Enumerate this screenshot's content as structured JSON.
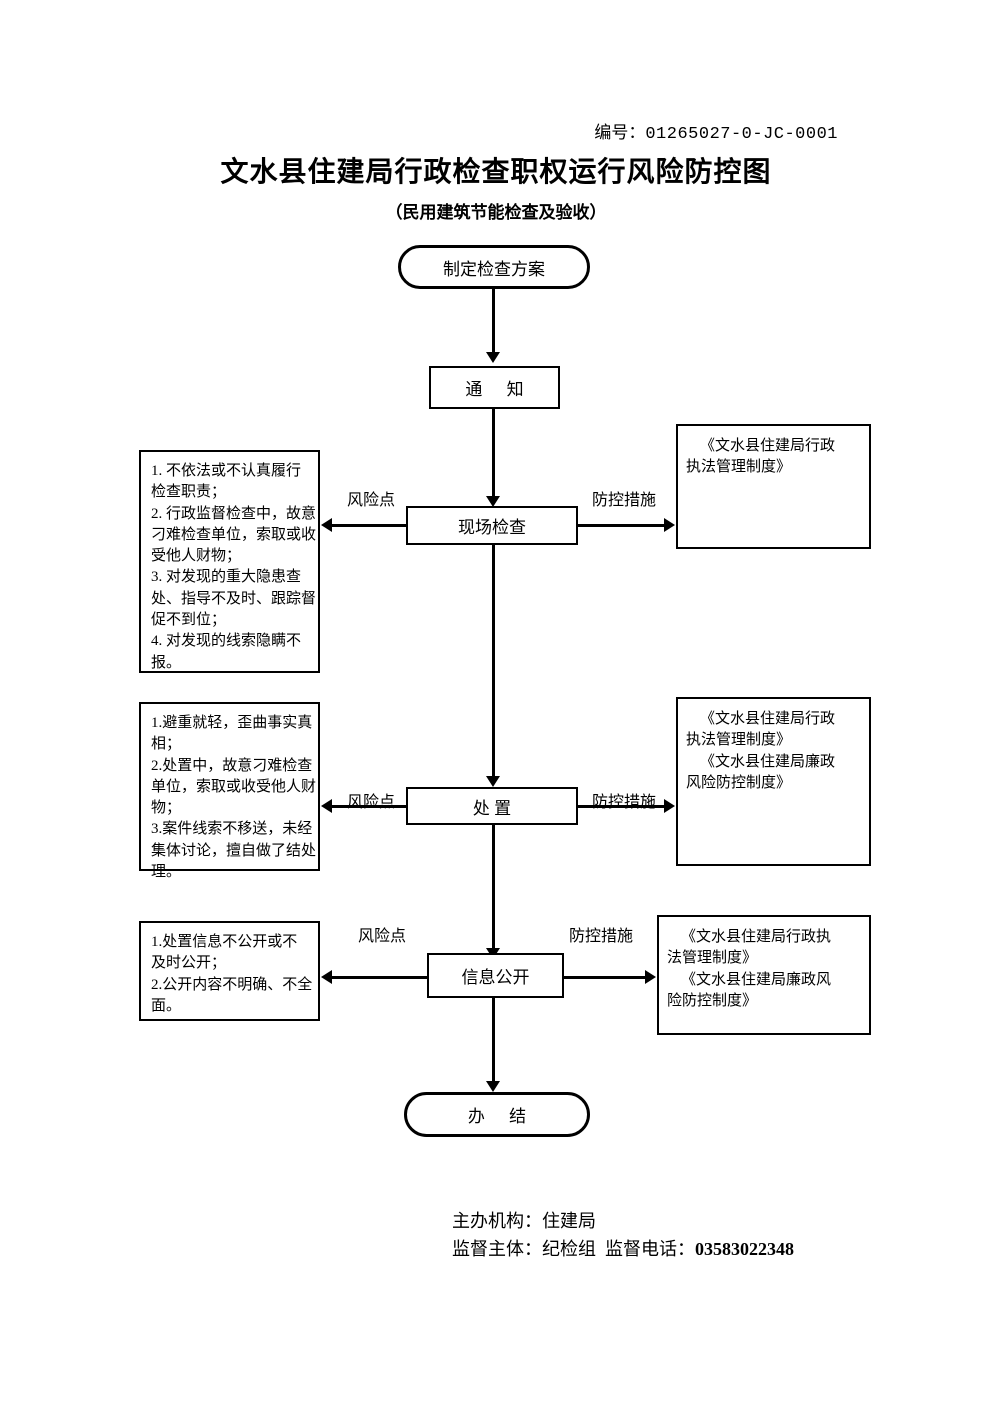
{
  "header": {
    "doc_no_label": "编号：",
    "doc_no_value": "01265027-0-JC-0001",
    "title": "文水县住建局行政检查职权运行风险防控图",
    "subtitle": "（民用建筑节能检查及验收）"
  },
  "flow": {
    "start": "制定检查方案",
    "notify": "通  知",
    "inspect": "现场检查",
    "dispose": "处  置",
    "disclose": "信息公开",
    "end": "办  结"
  },
  "edge_labels": {
    "risk": "风险点",
    "measure": "防控措施"
  },
  "risk_boxes": [
    {
      "name": "inspect-risks",
      "lines": [
        "1. 不依法或不认真履行",
        "检查职责；",
        "2. 行政监督检查中，故意",
        "刁难检查单位，索取或收",
        "受他人财物；",
        "3. 对发现的重大隐患查",
        "处、指导不及时、跟踪督",
        "促不到位；",
        "4. 对发现的线索隐瞒不",
        "报。"
      ]
    },
    {
      "name": "dispose-risks",
      "lines": [
        "1.避重就轻，歪曲事实真",
        "相；",
        "2.处置中，故意刁难检查",
        "单位，索取或收受他人财",
        "物；",
        "3.案件线索不移送，未经",
        "集体讨论，擅自做了结处",
        "理。"
      ]
    },
    {
      "name": "disclose-risks",
      "lines": [
        "1.处置信息不公开或不",
        "及时公开；",
        "2.公开内容不明确、不全",
        "面。"
      ]
    }
  ],
  "measure_boxes": [
    {
      "name": "inspect-measures",
      "lines": [
        "《文水县住建局行政",
        "执法管理制度》"
      ]
    },
    {
      "name": "dispose-measures",
      "lines": [
        "《文水县住建局行政",
        "执法管理制度》",
        "《文水县住建局廉政",
        "风险防控制度》"
      ]
    },
    {
      "name": "disclose-measures",
      "lines": [
        "《文水县住建局行政执",
        "法管理制度》",
        "《文水县住建局廉政风",
        "险防控制度》"
      ]
    }
  ],
  "footer": {
    "organizer": "主办机构：住建局",
    "supervisor_label": "监督主体：纪检组",
    "phone_label": "监督电话：",
    "phone": "03583022348"
  }
}
